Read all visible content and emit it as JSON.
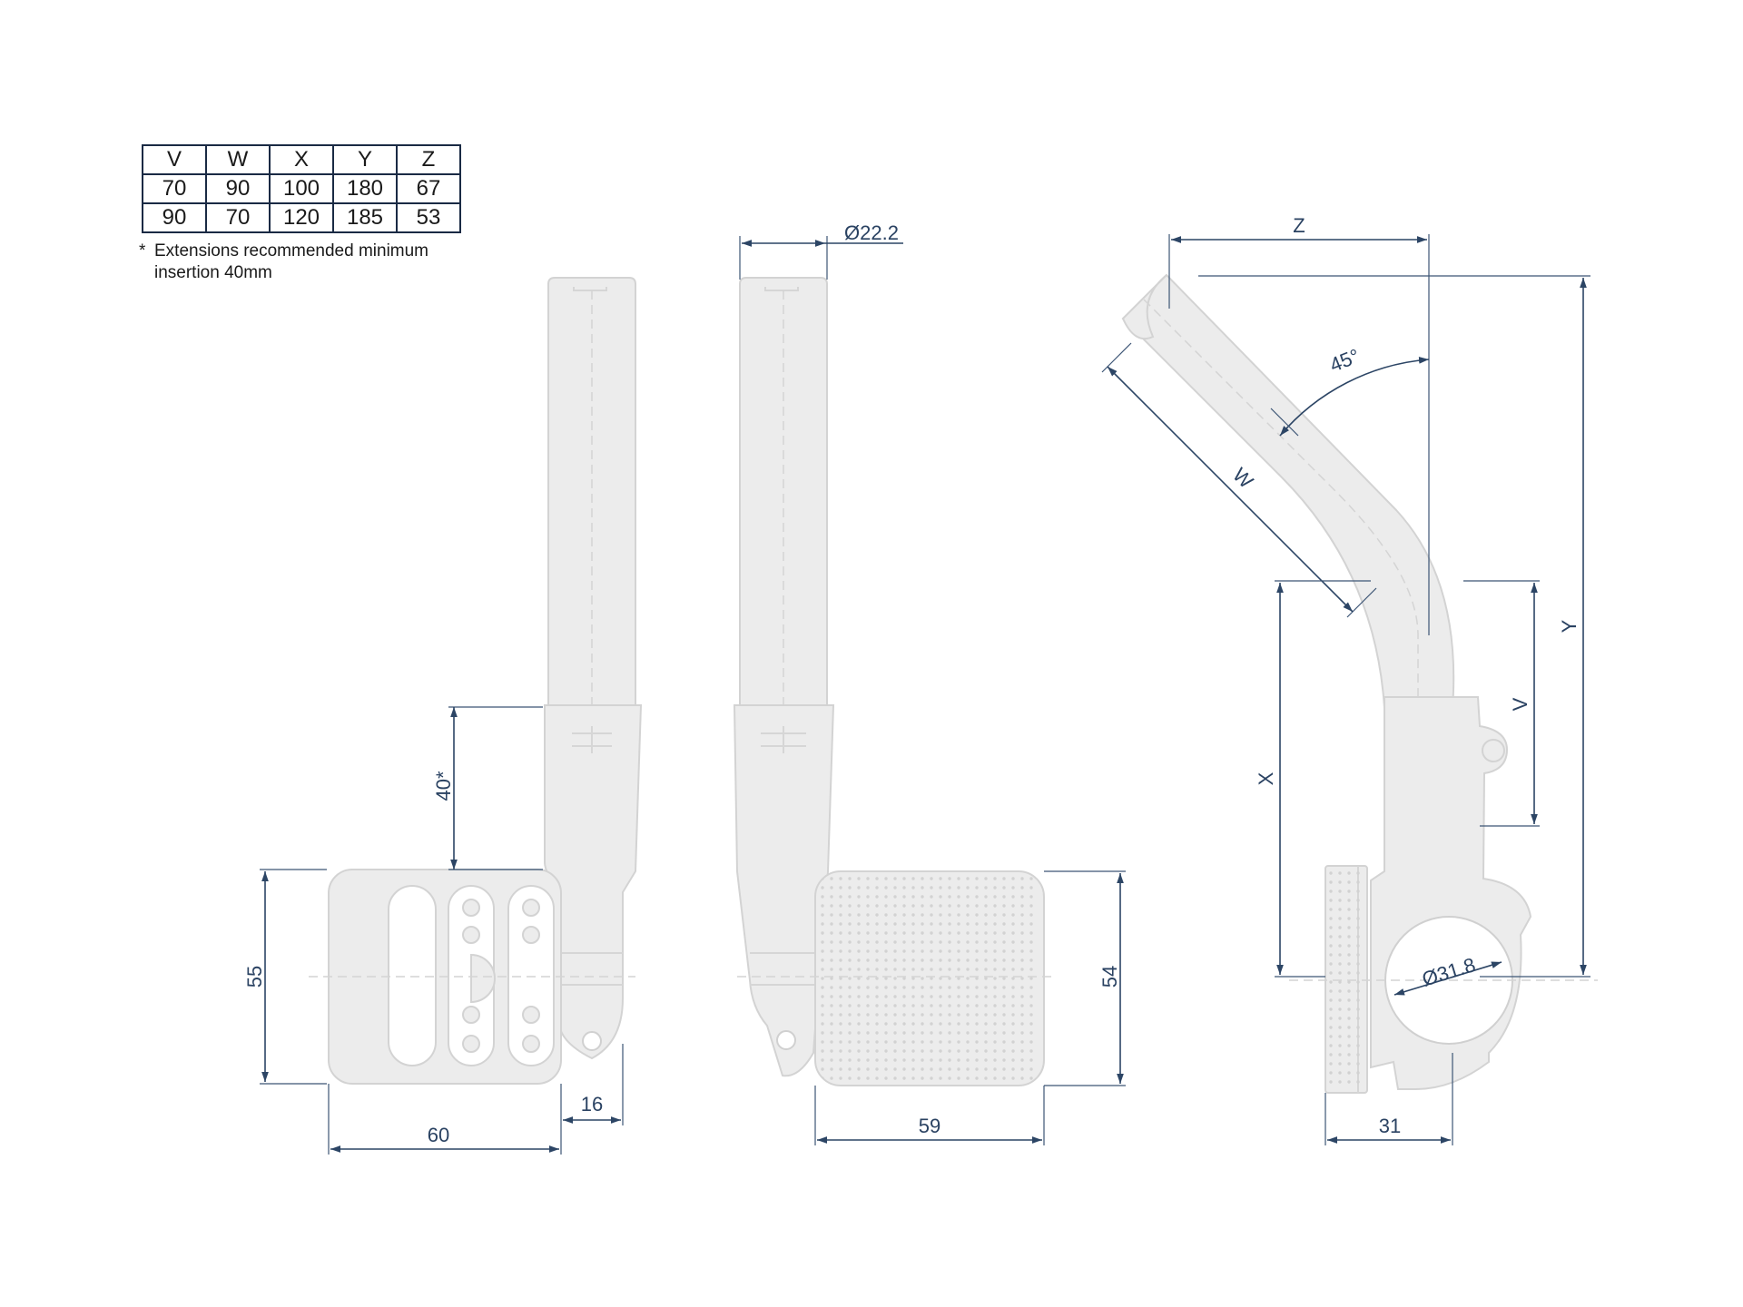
{
  "table": {
    "headers": [
      "V",
      "W",
      "X",
      "Y",
      "Z"
    ],
    "rows": [
      [
        "70",
        "90",
        "100",
        "180",
        "67"
      ],
      [
        "90",
        "70",
        "120",
        "185",
        "53"
      ]
    ]
  },
  "note": {
    "asterisk": "*",
    "line1": "Extensions recommended minimum",
    "line2": "insertion 40mm"
  },
  "dimensions": {
    "insertion": "40*",
    "pad_height_front": "55",
    "pad_width_front": "60",
    "clamp_offset": "16",
    "tube_diameter": "Ø22.2",
    "pad_height_side": "54",
    "pad_width_side": "59",
    "label_z": "Z",
    "angle": "45°",
    "label_w": "W",
    "label_y": "Y",
    "label_v": "V",
    "label_x": "X",
    "clamp_diameter": "Ø31.8",
    "pad_depth": "31"
  },
  "colors": {
    "dimension_line": "#2c4565",
    "part_fill": "#ececec",
    "part_outline": "#d3d3d3"
  }
}
